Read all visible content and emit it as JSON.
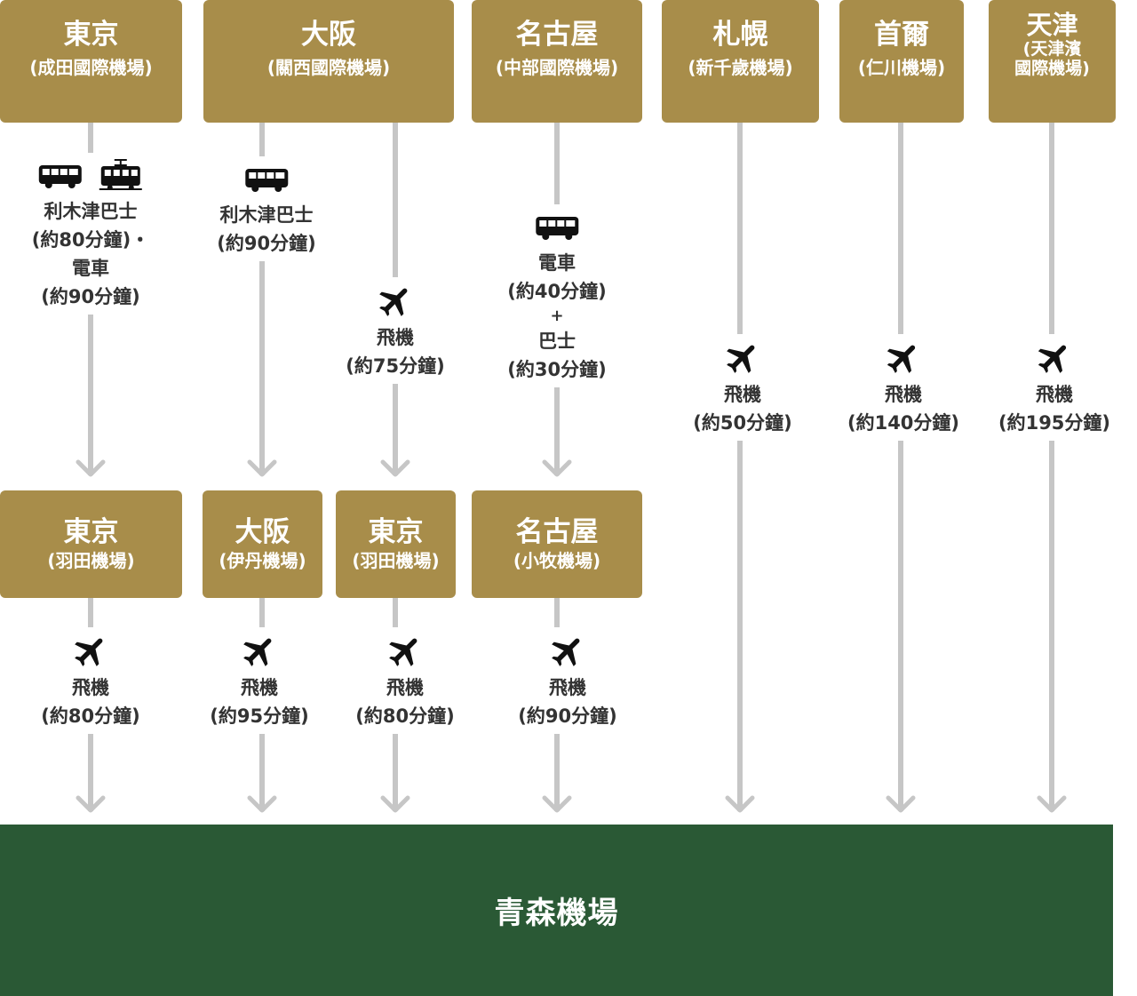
{
  "colors": {
    "origin_box": "#A88D4A",
    "destination_box": "#2A5935",
    "line": "#C6C6C6",
    "label_text": "#333333"
  },
  "origins": {
    "tokyo_narita": {
      "city": "東京",
      "airport": "(成田國際機場)"
    },
    "osaka_kansai": {
      "city": "大阪",
      "airport": "(關西國際機場)"
    },
    "nagoya_chubu": {
      "city": "名古屋",
      "airport": "(中部國際機場)"
    },
    "sapporo": {
      "city": "札幌",
      "airport": "(新千歲機場)"
    },
    "seoul": {
      "city": "首爾",
      "airport": "(仁川機場)"
    },
    "tianjin": {
      "city": "天津",
      "airport_line1": "(天津濱",
      "airport_line2": "國際機場)"
    }
  },
  "transfers": {
    "tokyo_haneda_1": {
      "city": "東京",
      "airport": "(羽田機場)"
    },
    "osaka_itami": {
      "city": "大阪",
      "airport": "(伊丹機場)"
    },
    "tokyo_haneda_2": {
      "city": "東京",
      "airport": "(羽田機場)"
    },
    "nagoya_komaki": {
      "city": "名古屋",
      "airport": "(小牧機場)"
    }
  },
  "legs": {
    "narita_to_haneda": {
      "icons": [
        "bus-icon",
        "train-icon"
      ],
      "line1": "利木津巴士",
      "line2": "(約80分鐘)・",
      "line3": "電車",
      "line4": "(約90分鐘)"
    },
    "kansai_to_itami": {
      "icons": [
        "bus-icon"
      ],
      "line1": "利木津巴士",
      "line2": "(約90分鐘)"
    },
    "kansai_to_haneda": {
      "icons": [
        "plane-icon"
      ],
      "mode": "飛機",
      "time": "(約75分鐘)"
    },
    "chubu_to_komaki": {
      "icons": [
        "bus-icon"
      ],
      "line1": "電車",
      "line2": "(約40分鐘)",
      "plus": "+",
      "line3": "巴士",
      "line4": "(約30分鐘)"
    },
    "sapporo_flight": {
      "icons": [
        "plane-icon"
      ],
      "mode": "飛機",
      "time": "(約50分鐘)"
    },
    "seoul_flight": {
      "icons": [
        "plane-icon"
      ],
      "mode": "飛機",
      "time": "(約140分鐘)"
    },
    "tianjin_flight": {
      "icons": [
        "plane-icon"
      ],
      "mode": "飛機",
      "time": "(約195分鐘)"
    },
    "haneda1_flight": {
      "icons": [
        "plane-icon"
      ],
      "mode": "飛機",
      "time": "(約80分鐘)"
    },
    "itami_flight": {
      "icons": [
        "plane-icon"
      ],
      "mode": "飛機",
      "time": "(約95分鐘)"
    },
    "haneda2_flight": {
      "icons": [
        "plane-icon"
      ],
      "mode": "飛機",
      "time": "(約80分鐘)"
    },
    "komaki_flight": {
      "icons": [
        "plane-icon"
      ],
      "mode": "飛機",
      "time": "(約90分鐘)"
    }
  },
  "destination": {
    "name": "青森機場"
  }
}
